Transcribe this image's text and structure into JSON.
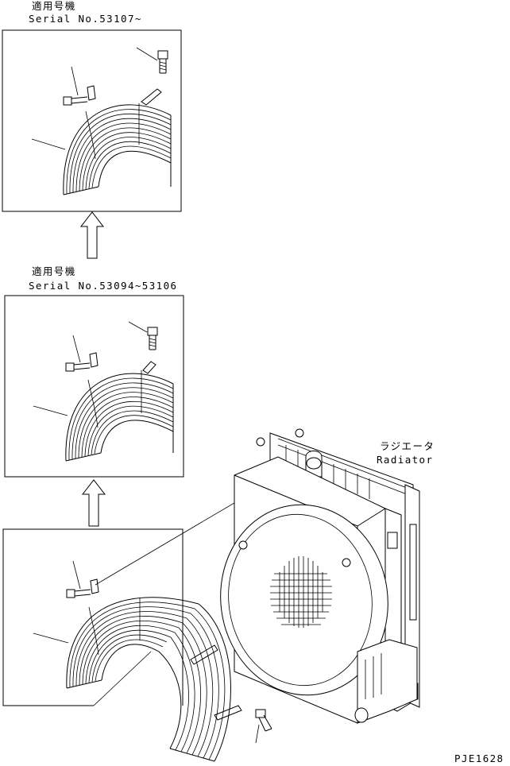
{
  "top_note": {
    "applicable": "適用号機",
    "serial": "Serial No.53107~"
  },
  "mid_note": {
    "applicable": "適用号機",
    "serial": "Serial No.53094~53106"
  },
  "radiator": {
    "jp": "ラジエータ",
    "en": "Radiator"
  },
  "drawing_code": "PJE1628"
}
